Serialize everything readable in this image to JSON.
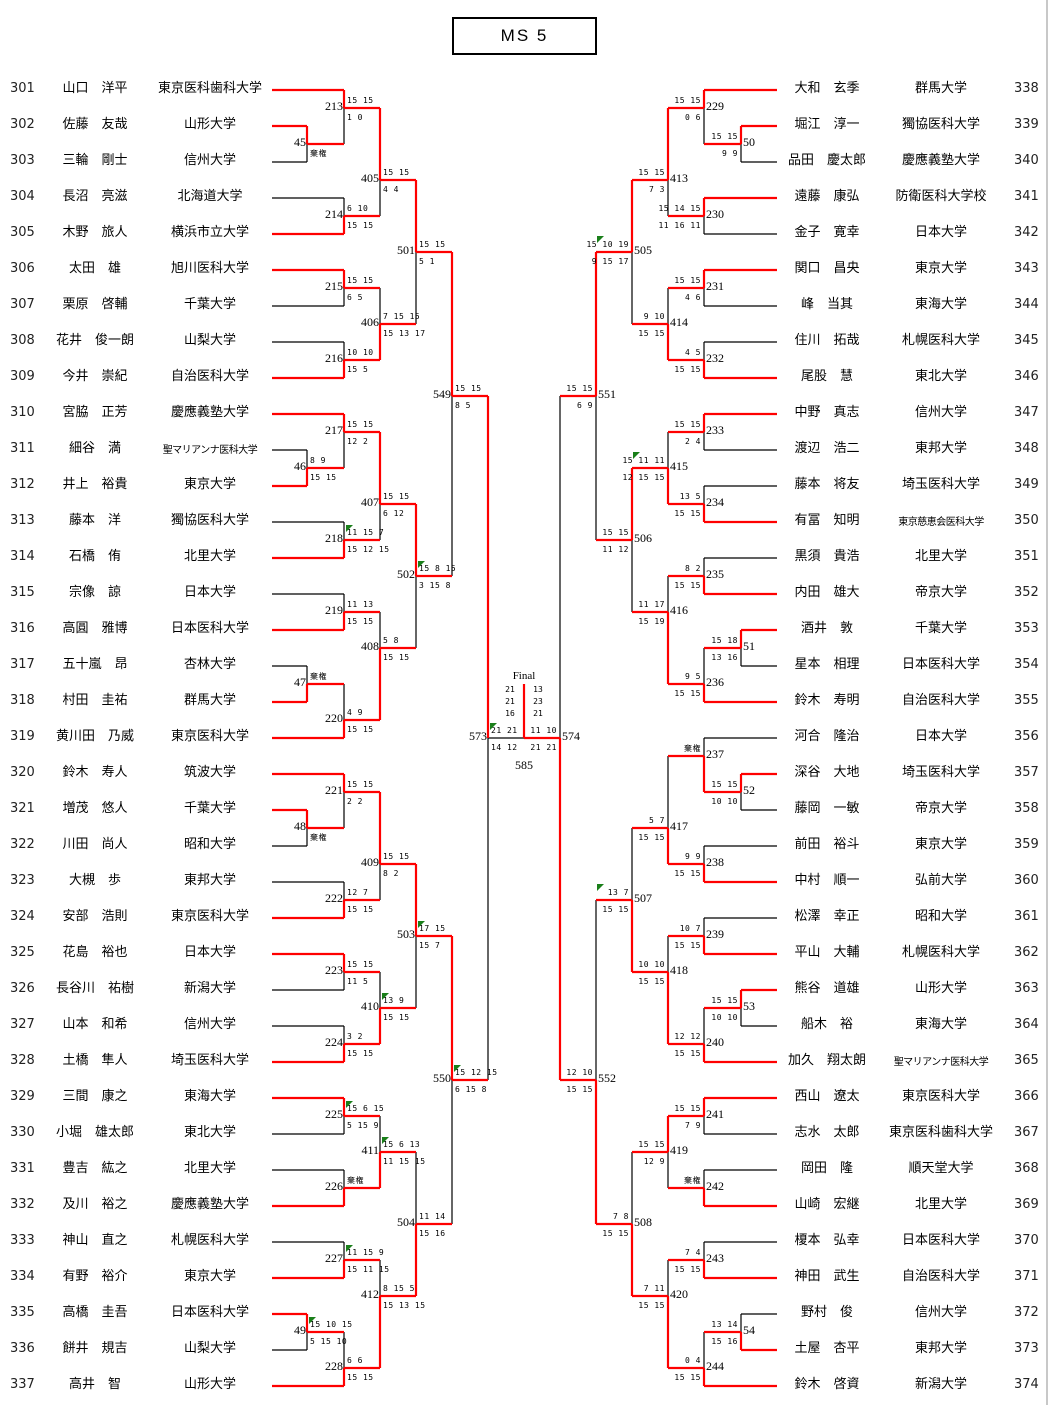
{
  "title": "MS 5",
  "colors": {
    "winner_line": "#ff0000",
    "loser_line": "#000000",
    "marker": "#1a7f1a"
  },
  "final": {
    "label": "Final",
    "match_no": "585",
    "left_scores": [
      "21",
      "21",
      "16"
    ],
    "right_scores": [
      "13",
      "23",
      "21"
    ],
    "winner": "right"
  },
  "left": {
    "players": [
      {
        "no": "301",
        "name": "山口　洋平",
        "univ": "東京医科歯科大学"
      },
      {
        "no": "302",
        "name": "佐藤　友哉",
        "univ": "山形大学"
      },
      {
        "no": "303",
        "name": "三輪　剛士",
        "univ": "信州大学"
      },
      {
        "no": "304",
        "name": "長沼　亮滋",
        "univ": "北海道大学"
      },
      {
        "no": "305",
        "name": "木野　旅人",
        "univ": "横浜市立大学"
      },
      {
        "no": "306",
        "name": "太田　雄",
        "univ": "旭川医科大学"
      },
      {
        "no": "307",
        "name": "栗原　啓輔",
        "univ": "千葉大学"
      },
      {
        "no": "308",
        "name": "花井　俊一朗",
        "univ": "山梨大学"
      },
      {
        "no": "309",
        "name": "今井　崇紀",
        "univ": "自治医科大学"
      },
      {
        "no": "310",
        "name": "宮脇　正芳",
        "univ": "慶應義塾大学"
      },
      {
        "no": "311",
        "name": "細谷　満",
        "univ": "聖マリアンナ医科大学"
      },
      {
        "no": "312",
        "name": "井上　裕貴",
        "univ": "東京大学"
      },
      {
        "no": "313",
        "name": "藤本　洋",
        "univ": "獨協医科大学"
      },
      {
        "no": "314",
        "name": "石橋　侑",
        "univ": "北里大学"
      },
      {
        "no": "315",
        "name": "宗像　諒",
        "univ": "日本大学"
      },
      {
        "no": "316",
        "name": "高圓　雅博",
        "univ": "日本医科大学"
      },
      {
        "no": "317",
        "name": "五十嵐　昂",
        "univ": "杏林大学"
      },
      {
        "no": "318",
        "name": "村田　圭祐",
        "univ": "群馬大学"
      },
      {
        "no": "319",
        "name": "黄川田　乃威",
        "univ": "東京医科大学"
      },
      {
        "no": "320",
        "name": "鈴木　寿人",
        "univ": "筑波大学"
      },
      {
        "no": "321",
        "name": "増茂　悠人",
        "univ": "千葉大学"
      },
      {
        "no": "322",
        "name": "川田　尚人",
        "univ": "昭和大学"
      },
      {
        "no": "323",
        "name": "大槻　歩",
        "univ": "東邦大学"
      },
      {
        "no": "324",
        "name": "安部　浩則",
        "univ": "東京医科大学"
      },
      {
        "no": "325",
        "name": "花島　裕也",
        "univ": "日本大学"
      },
      {
        "no": "326",
        "name": "長谷川　祐樹",
        "univ": "新潟大学"
      },
      {
        "no": "327",
        "name": "山本　和希",
        "univ": "信州大学"
      },
      {
        "no": "328",
        "name": "土橋　隼人",
        "univ": "埼玉医科大学"
      },
      {
        "no": "329",
        "name": "三間　康之",
        "univ": "東海大学"
      },
      {
        "no": "330",
        "name": "小堀　雄太郎",
        "univ": "東北大学"
      },
      {
        "no": "331",
        "name": "豊吉　紘之",
        "univ": "北里大学"
      },
      {
        "no": "332",
        "name": "及川　裕之",
        "univ": "慶應義塾大学"
      },
      {
        "no": "333",
        "name": "神山　直之",
        "univ": "札幌医科大学"
      },
      {
        "no": "334",
        "name": "有野　裕介",
        "univ": "東京大学"
      },
      {
        "no": "335",
        "name": "高橋　圭吾",
        "univ": "日本医科大学"
      },
      {
        "no": "336",
        "name": "餅井　規吉",
        "univ": "山梨大学"
      },
      {
        "no": "337",
        "name": "高井　智",
        "univ": "山形大学"
      }
    ],
    "matches": [
      {
        "id": "45",
        "top": "302",
        "bottom": "303",
        "ts": "",
        "bs": "棄権",
        "w": "top"
      },
      {
        "id": "213",
        "top": "301",
        "bottom": "45",
        "ts": "15 15",
        "bs": "1 0",
        "w": "top"
      },
      {
        "id": "214",
        "top": "304",
        "bottom": "305",
        "ts": "6 10",
        "bs": "15 15",
        "w": "bottom"
      },
      {
        "id": "405",
        "top": "213",
        "bottom": "214",
        "ts": "15 15",
        "bs": "4 4",
        "w": "top"
      },
      {
        "id": "215",
        "top": "306",
        "bottom": "307",
        "ts": "15 15",
        "bs": "6 5",
        "w": "top"
      },
      {
        "id": "216",
        "top": "308",
        "bottom": "309",
        "ts": "10 10",
        "bs": "15 5",
        "w": "bottom"
      },
      {
        "id": "406",
        "top": "215",
        "bottom": "216",
        "ts": "7 15 15",
        "bs": "15 13 17",
        "w": "bottom"
      },
      {
        "id": "501",
        "top": "405",
        "bottom": "406",
        "ts": "15 15",
        "bs": "5 1",
        "w": "top"
      },
      {
        "id": "46",
        "top": "311",
        "bottom": "312",
        "ts": "8 9",
        "bs": "15 15",
        "w": "bottom"
      },
      {
        "id": "217",
        "top": "310",
        "bottom": "46",
        "ts": "15 15",
        "bs": "12 2",
        "w": "top"
      },
      {
        "id": "218",
        "top": "313",
        "bottom": "314",
        "ts": "11 15 7",
        "bs": "15 12 15",
        "w": "bottom",
        "mk": true
      },
      {
        "id": "407",
        "top": "217",
        "bottom": "218",
        "ts": "15 15",
        "bs": "6 12",
        "w": "top"
      },
      {
        "id": "219",
        "top": "315",
        "bottom": "316",
        "ts": "11 13",
        "bs": "15 15",
        "w": "bottom"
      },
      {
        "id": "47",
        "top": "317",
        "bottom": "318",
        "ts": "棄権",
        "bs": "",
        "w": "bottom"
      },
      {
        "id": "220",
        "top": "47",
        "bottom": "319",
        "ts": "4 9",
        "bs": "15 15",
        "w": "bottom"
      },
      {
        "id": "408",
        "top": "219",
        "bottom": "220",
        "ts": "5 8",
        "bs": "15 15",
        "w": "bottom"
      },
      {
        "id": "502",
        "top": "407",
        "bottom": "408",
        "ts": "15 8 15",
        "bs": "3 15 8",
        "w": "top",
        "mk": true
      },
      {
        "id": "549",
        "top": "501",
        "bottom": "502",
        "ts": "15 15",
        "bs": "8 5",
        "w": "top"
      },
      {
        "id": "48",
        "top": "321",
        "bottom": "322",
        "ts": "",
        "bs": "棄権",
        "w": "top"
      },
      {
        "id": "221",
        "top": "320",
        "bottom": "48",
        "ts": "15 15",
        "bs": "2 2",
        "w": "top"
      },
      {
        "id": "222",
        "top": "323",
        "bottom": "324",
        "ts": "12 7",
        "bs": "15 15",
        "w": "bottom"
      },
      {
        "id": "409",
        "top": "221",
        "bottom": "222",
        "ts": "15 15",
        "bs": "8 2",
        "w": "top"
      },
      {
        "id": "223",
        "top": "325",
        "bottom": "326",
        "ts": "15 15",
        "bs": "11 5",
        "w": "top"
      },
      {
        "id": "224",
        "top": "327",
        "bottom": "328",
        "ts": "3 2",
        "bs": "15 15",
        "w": "bottom"
      },
      {
        "id": "410",
        "top": "223",
        "bottom": "224",
        "ts": "13 9",
        "bs": "15 15",
        "w": "bottom",
        "mk": true
      },
      {
        "id": "503",
        "top": "409",
        "bottom": "410",
        "ts": "17 15",
        "bs": "15 7",
        "w": "top",
        "mk": true
      },
      {
        "id": "225",
        "top": "329",
        "bottom": "330",
        "ts": "15 6 15",
        "bs": "5 15 9",
        "w": "top",
        "mk": true
      },
      {
        "id": "226",
        "top": "331",
        "bottom": "332",
        "ts": "棄権",
        "bs": "",
        "w": "bottom"
      },
      {
        "id": "411",
        "top": "225",
        "bottom": "226",
        "ts": "15 6 13",
        "bs": "11 15 15",
        "w": "bottom",
        "mk": true
      },
      {
        "id": "227",
        "top": "333",
        "bottom": "334",
        "ts": "11 15 9",
        "bs": "15 11 15",
        "w": "bottom",
        "mk": true
      },
      {
        "id": "49",
        "top": "335",
        "bottom": "336",
        "ts": "15 10 15",
        "bs": "5 15 10",
        "w": "top",
        "mk": true
      },
      {
        "id": "228",
        "top": "49",
        "bottom": "337",
        "ts": "6 6",
        "bs": "15 15",
        "w": "bottom"
      },
      {
        "id": "412",
        "top": "227",
        "bottom": "228",
        "ts": "8 15 5",
        "bs": "15 13 15",
        "w": "bottom"
      },
      {
        "id": "504",
        "top": "411",
        "bottom": "412",
        "ts": "11 14",
        "bs": "15 16",
        "w": "bottom"
      },
      {
        "id": "550",
        "top": "503",
        "bottom": "504",
        "ts": "15 12 15",
        "bs": "6 15 8",
        "w": "top",
        "mk": true
      },
      {
        "id": "573",
        "top": "549",
        "bottom": "550",
        "ts": "21 21",
        "bs": "14 12",
        "w": "top",
        "mk": true
      }
    ]
  },
  "right": {
    "players": [
      {
        "no": "338",
        "name": "大和　玄季",
        "univ": "群馬大学"
      },
      {
        "no": "339",
        "name": "堀江　淳一",
        "univ": "獨協医科大学"
      },
      {
        "no": "340",
        "name": "品田　慶太郎",
        "univ": "慶應義塾大学"
      },
      {
        "no": "341",
        "name": "遠藤　康弘",
        "univ": "防衛医科大学校"
      },
      {
        "no": "342",
        "name": "金子　寛幸",
        "univ": "日本大学"
      },
      {
        "no": "343",
        "name": "関口　昌央",
        "univ": "東京大学"
      },
      {
        "no": "344",
        "name": "峰　当其",
        "univ": "東海大学"
      },
      {
        "no": "345",
        "name": "住川　拓哉",
        "univ": "札幌医科大学"
      },
      {
        "no": "346",
        "name": "尾股　慧",
        "univ": "東北大学"
      },
      {
        "no": "347",
        "name": "中野　真志",
        "univ": "信州大学"
      },
      {
        "no": "348",
        "name": "渡辺　浩二",
        "univ": "東邦大学"
      },
      {
        "no": "349",
        "name": "藤本　将友",
        "univ": "埼玉医科大学"
      },
      {
        "no": "350",
        "name": "有冨　知明",
        "univ": "東京慈恵会医科大学"
      },
      {
        "no": "351",
        "name": "黒須　貴浩",
        "univ": "北里大学"
      },
      {
        "no": "352",
        "name": "内田　雄大",
        "univ": "帝京大学"
      },
      {
        "no": "353",
        "name": "酒井　敦",
        "univ": "千葉大学"
      },
      {
        "no": "354",
        "name": "星本　相理",
        "univ": "日本医科大学"
      },
      {
        "no": "355",
        "name": "鈴木　寿明",
        "univ": "自治医科大学"
      },
      {
        "no": "356",
        "name": "河合　隆治",
        "univ": "日本大学"
      },
      {
        "no": "357",
        "name": "深谷　大地",
        "univ": "埼玉医科大学"
      },
      {
        "no": "358",
        "name": "藤岡　一敏",
        "univ": "帝京大学"
      },
      {
        "no": "359",
        "name": "前田　裕斗",
        "univ": "東京大学"
      },
      {
        "no": "360",
        "name": "中村　順一",
        "univ": "弘前大学"
      },
      {
        "no": "361",
        "name": "松澤　幸正",
        "univ": "昭和大学"
      },
      {
        "no": "362",
        "name": "平山　大輔",
        "univ": "札幌医科大学"
      },
      {
        "no": "363",
        "name": "熊谷　道雄",
        "univ": "山形大学"
      },
      {
        "no": "364",
        "name": "船木　裕",
        "univ": "東海大学"
      },
      {
        "no": "365",
        "name": "加久　翔太朗",
        "univ": "聖マリアンナ医科大学"
      },
      {
        "no": "366",
        "name": "西山　遼太",
        "univ": "東京医科大学"
      },
      {
        "no": "367",
        "name": "志水　太郎",
        "univ": "東京医科歯科大学"
      },
      {
        "no": "368",
        "name": "岡田　隆",
        "univ": "順天堂大学"
      },
      {
        "no": "369",
        "name": "山崎　宏継",
        "univ": "北里大学"
      },
      {
        "no": "370",
        "name": "榎本　弘幸",
        "univ": "日本医科大学"
      },
      {
        "no": "371",
        "name": "神田　武生",
        "univ": "自治医科大学"
      },
      {
        "no": "372",
        "name": "野村　俊",
        "univ": "信州大学"
      },
      {
        "no": "373",
        "name": "土屋　杏平",
        "univ": "東邦大学"
      },
      {
        "no": "374",
        "name": "鈴木　啓資",
        "univ": "新潟大学"
      }
    ],
    "matches": [
      {
        "id": "50",
        "top": "339",
        "bottom": "340",
        "ts": "15 15",
        "bs": "9 9",
        "w": "top"
      },
      {
        "id": "229",
        "top": "338",
        "bottom": "50",
        "ts": "15 15",
        "bs": "0 6",
        "w": "top"
      },
      {
        "id": "230",
        "top": "341",
        "bottom": "342",
        "ts": "15 14 15",
        "bs": "11 16 11",
        "w": "top"
      },
      {
        "id": "413",
        "top": "229",
        "bottom": "230",
        "ts": "15 15",
        "bs": "7 3",
        "w": "top"
      },
      {
        "id": "231",
        "top": "343",
        "bottom": "344",
        "ts": "15 15",
        "bs": "4 6",
        "w": "top"
      },
      {
        "id": "232",
        "top": "345",
        "bottom": "346",
        "ts": "4 5",
        "bs": "15 15",
        "w": "bottom"
      },
      {
        "id": "414",
        "top": "231",
        "bottom": "232",
        "ts": "9 10",
        "bs": "15 15",
        "w": "bottom"
      },
      {
        "id": "505",
        "top": "413",
        "bottom": "414",
        "ts": "15 10 19",
        "bs": "9 15 17",
        "w": "top",
        "mk": true
      },
      {
        "id": "233",
        "top": "347",
        "bottom": "348",
        "ts": "15 15",
        "bs": "2 4",
        "w": "top"
      },
      {
        "id": "234",
        "top": "349",
        "bottom": "350",
        "ts": "13 5",
        "bs": "15 15",
        "w": "bottom"
      },
      {
        "id": "415",
        "top": "233",
        "bottom": "234",
        "ts": "15 11 11",
        "bs": "12 15 15",
        "w": "bottom",
        "mk": true
      },
      {
        "id": "235",
        "top": "351",
        "bottom": "352",
        "ts": "8 2",
        "bs": "15 15",
        "w": "bottom"
      },
      {
        "id": "51",
        "top": "353",
        "bottom": "354",
        "ts": "15 18",
        "bs": "13 16",
        "w": "top"
      },
      {
        "id": "236",
        "top": "51",
        "bottom": "355",
        "ts": "9 5",
        "bs": "15 15",
        "w": "bottom"
      },
      {
        "id": "416",
        "top": "235",
        "bottom": "236",
        "ts": "11 17",
        "bs": "15 19",
        "w": "bottom"
      },
      {
        "id": "506",
        "top": "415",
        "bottom": "416",
        "ts": "15 15",
        "bs": "11 12",
        "w": "top"
      },
      {
        "id": "551",
        "top": "505",
        "bottom": "506",
        "ts": "15 15",
        "bs": "6 9",
        "w": "top"
      },
      {
        "id": "52",
        "top": "357",
        "bottom": "358",
        "ts": "15 15",
        "bs": "10 10",
        "w": "top"
      },
      {
        "id": "237",
        "top": "356",
        "bottom": "52",
        "ts": "棄権",
        "bs": "",
        "w": "bottom"
      },
      {
        "id": "238",
        "top": "359",
        "bottom": "360",
        "ts": "9 9",
        "bs": "15 15",
        "w": "bottom"
      },
      {
        "id": "417",
        "top": "237",
        "bottom": "238",
        "ts": "5 7",
        "bs": "15 15",
        "w": "bottom"
      },
      {
        "id": "239",
        "top": "361",
        "bottom": "362",
        "ts": "10 7",
        "bs": "15 15",
        "w": "bottom"
      },
      {
        "id": "53",
        "top": "363",
        "bottom": "364",
        "ts": "15 15",
        "bs": "10 10",
        "w": "top"
      },
      {
        "id": "240",
        "top": "53",
        "bottom": "365",
        "ts": "12 12",
        "bs": "15 15",
        "w": "bottom"
      },
      {
        "id": "418",
        "top": "239",
        "bottom": "240",
        "ts": "10 10",
        "bs": "15 15",
        "w": "bottom"
      },
      {
        "id": "507",
        "top": "417",
        "bottom": "418",
        "ts": "13 7",
        "bs": "15 15",
        "w": "bottom",
        "mk": true
      },
      {
        "id": "241",
        "top": "366",
        "bottom": "367",
        "ts": "15 15",
        "bs": "7 9",
        "w": "top"
      },
      {
        "id": "242",
        "top": "368",
        "bottom": "369",
        "ts": "棄権",
        "bs": "",
        "w": "bottom"
      },
      {
        "id": "419",
        "top": "241",
        "bottom": "242",
        "ts": "15 15",
        "bs": "12 9",
        "w": "top"
      },
      {
        "id": "243",
        "top": "370",
        "bottom": "371",
        "ts": "7 4",
        "bs": "15 15",
        "w": "bottom"
      },
      {
        "id": "54",
        "top": "372",
        "bottom": "373",
        "ts": "13 14",
        "bs": "15 16",
        "w": "bottom"
      },
      {
        "id": "244",
        "top": "54",
        "bottom": "374",
        "ts": "0 4",
        "bs": "15 15",
        "w": "bottom"
      },
      {
        "id": "420",
        "top": "243",
        "bottom": "244",
        "ts": "7 11",
        "bs": "15 15",
        "w": "bottom"
      },
      {
        "id": "508",
        "top": "419",
        "bottom": "420",
        "ts": "7 8",
        "bs": "15 15",
        "w": "bottom"
      },
      {
        "id": "552",
        "top": "507",
        "bottom": "508",
        "ts": "12 10",
        "bs": "15 15",
        "w": "bottom"
      },
      {
        "id": "574",
        "top": "551",
        "bottom": "552",
        "ts": "11 10",
        "bs": "21 21",
        "w": "bottom"
      }
    ]
  }
}
